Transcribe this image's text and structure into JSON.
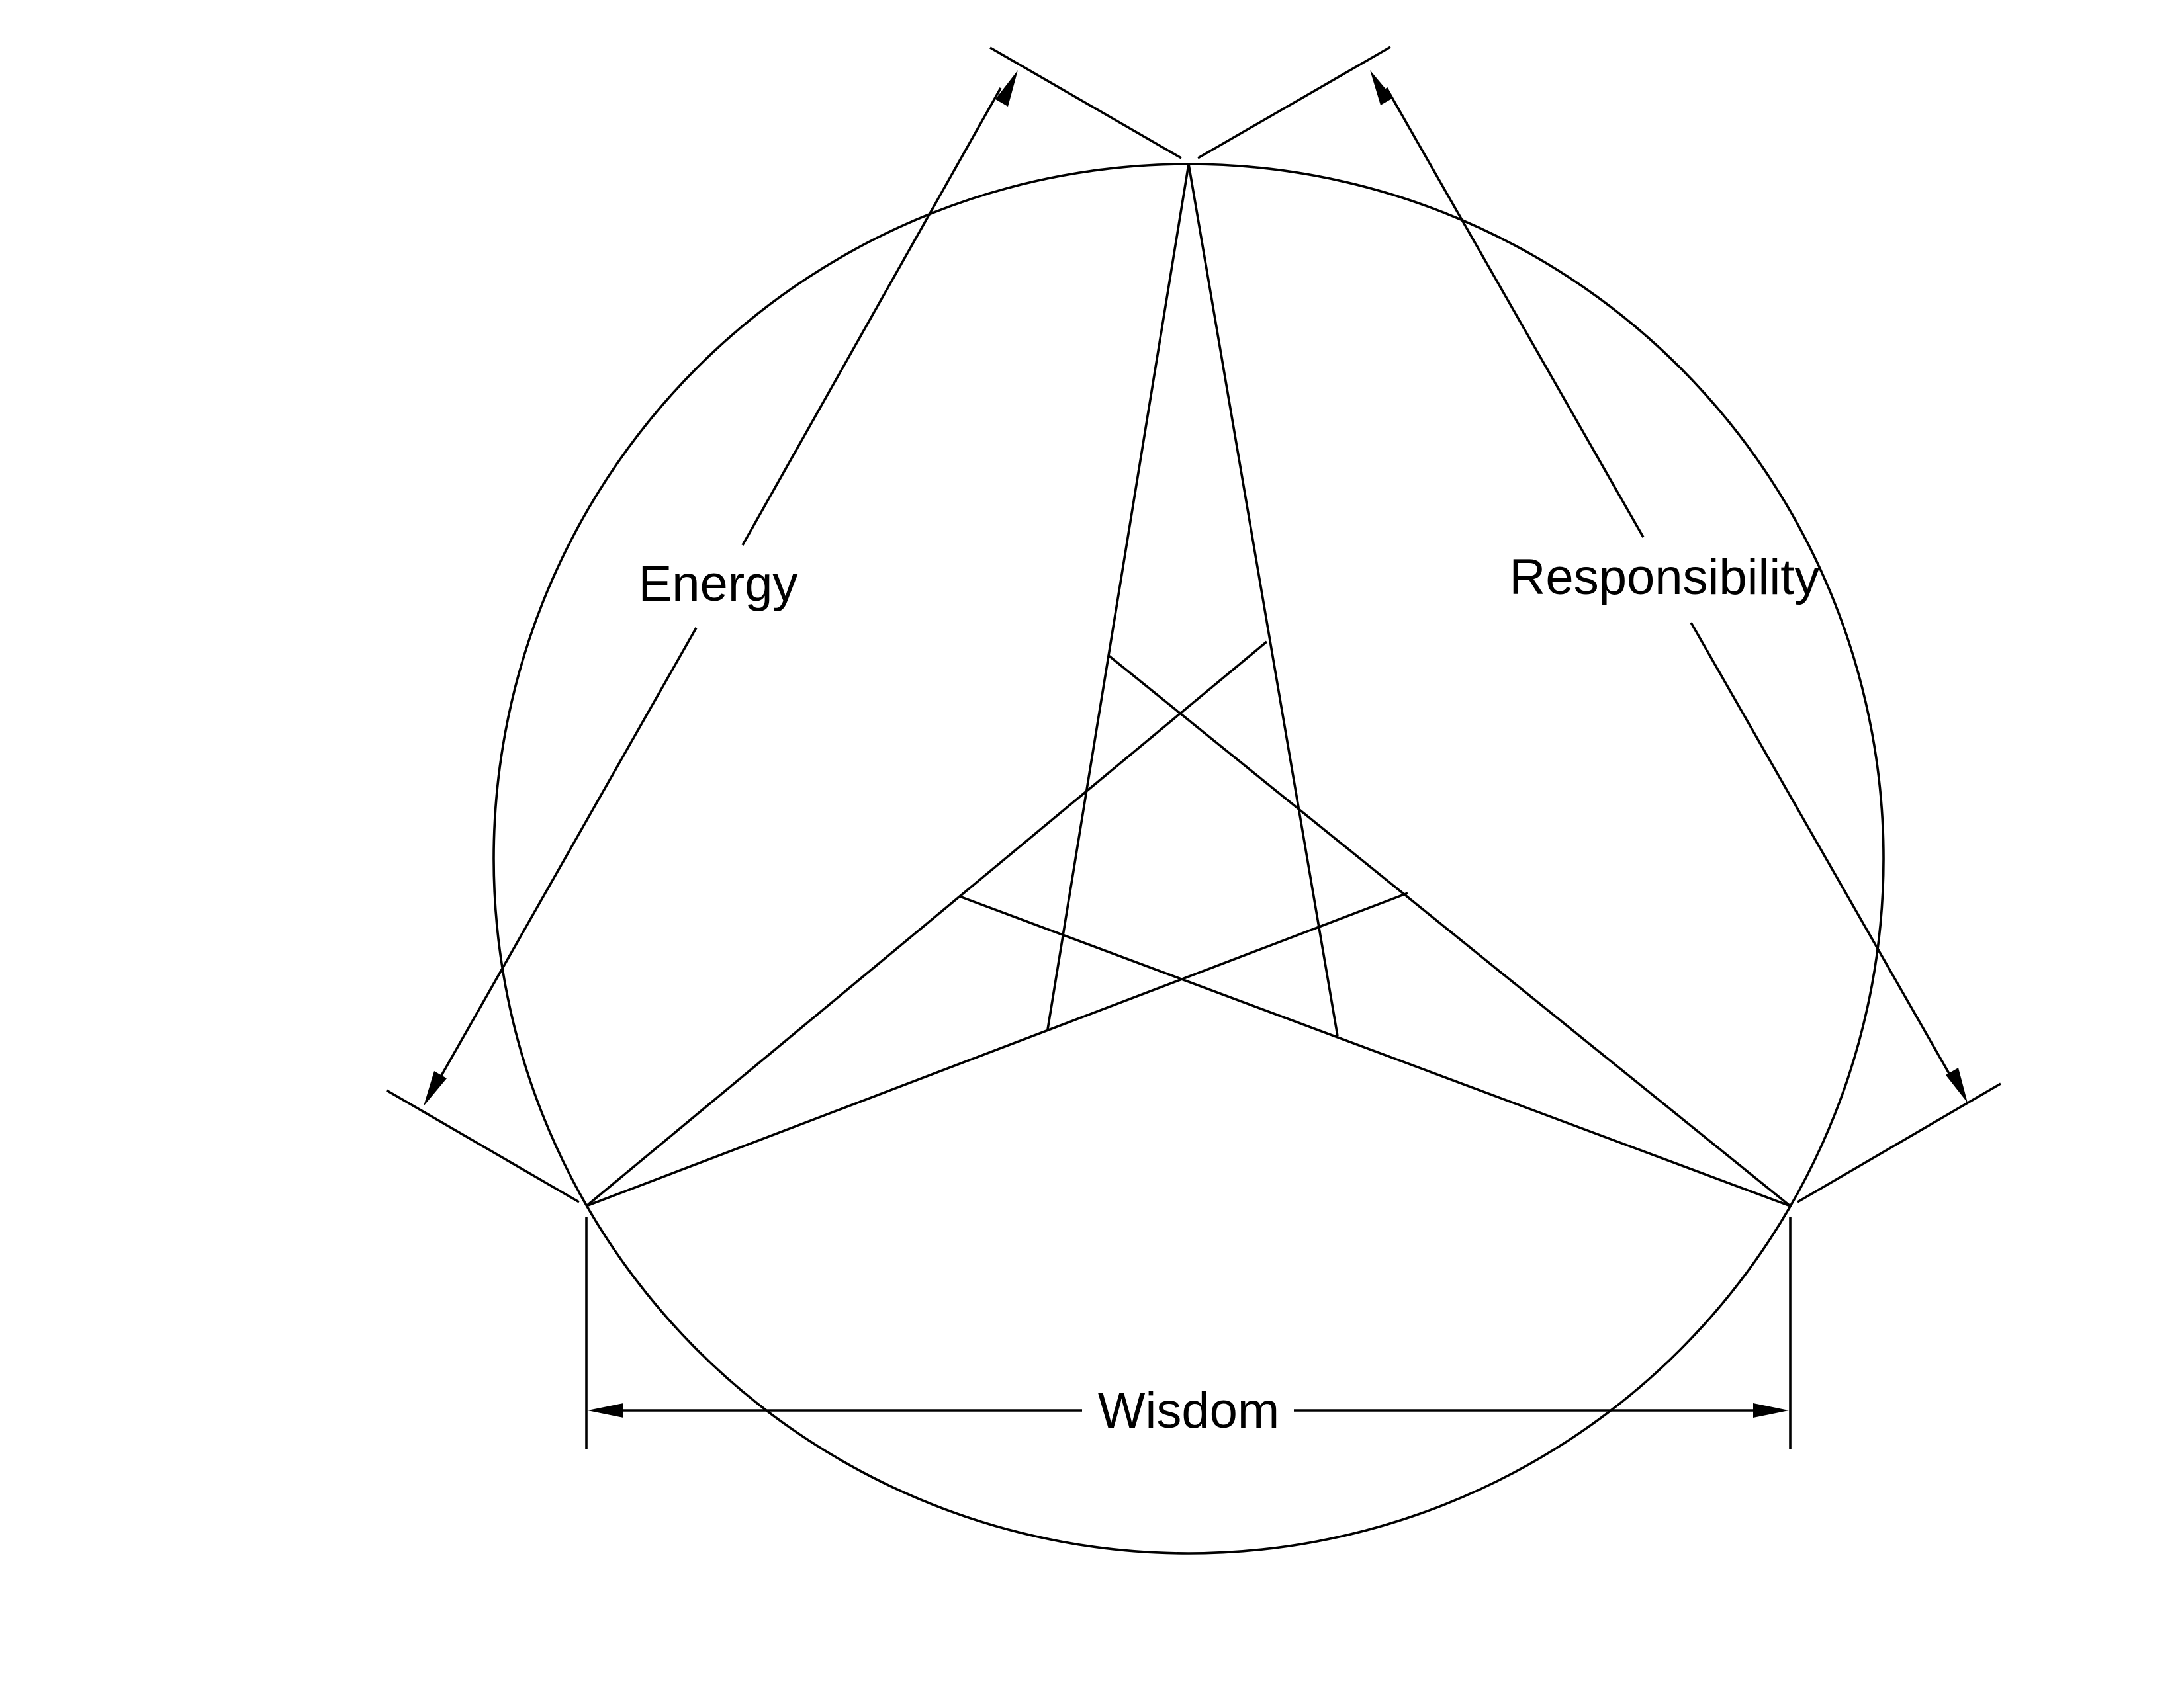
{
  "labels": {
    "energy": "Energy",
    "responsibility": "Responsibility",
    "wisdom": "Wisdom"
  },
  "colors": {
    "stroke": "#000000",
    "background": "#ffffff"
  }
}
